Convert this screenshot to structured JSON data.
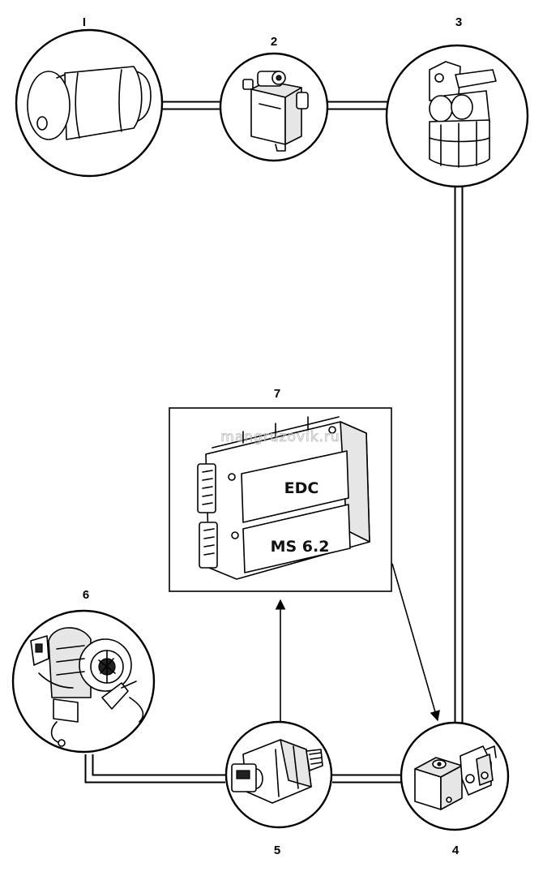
{
  "components": [
    {
      "id": "1",
      "label": "I",
      "icon": "fuel-filter-cylinder-icon"
    },
    {
      "id": "2",
      "label": "2",
      "icon": "solenoid-valve-icon"
    },
    {
      "id": "3",
      "label": "3",
      "icon": "fuel-prefilter-bowl-icon"
    },
    {
      "id": "4",
      "label": "4",
      "icon": "solenoid-valve-block-icon"
    },
    {
      "id": "5",
      "label": "5",
      "icon": "pressure-sensor-icon"
    },
    {
      "id": "6",
      "label": "6",
      "icon": "turbocharger-icon"
    },
    {
      "id": "7",
      "label": "7",
      "icon": "ecu-control-unit-icon"
    }
  ],
  "ecu": {
    "upper_label": "EDC",
    "lower_label": "MS 6.2"
  },
  "watermark": "mangruzovik.ru",
  "colors": {
    "ink": "#000000",
    "paper": "#ffffff"
  }
}
